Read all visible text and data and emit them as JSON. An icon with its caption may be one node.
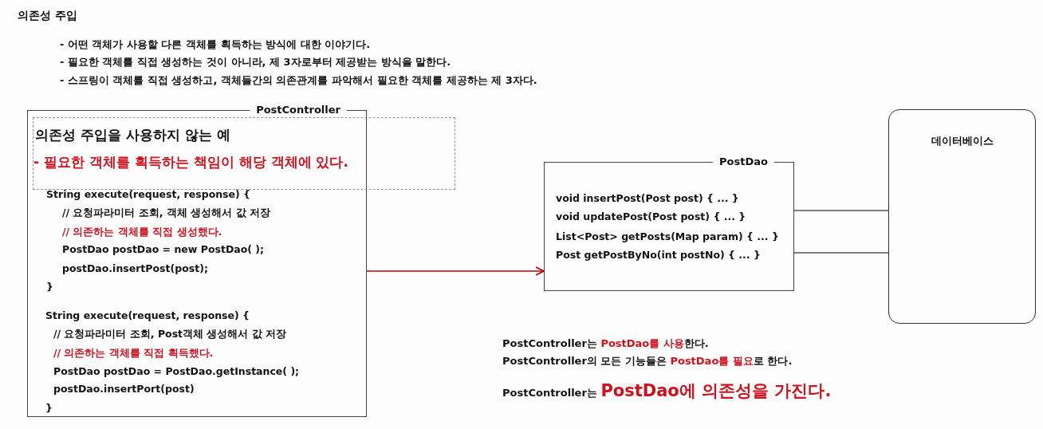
{
  "diagram": {
    "title": "의존성 주입",
    "nodes": [
      {
        "text": [
          "PostController",
          "String execute(request, response) {",
          "// 요청파라미터 조회, 객체 생성해서 값 저장",
          "// 의존하는 객체를 직접 생성했다.",
          "PostDao postDao = new PostDao( );",
          "postDao.insertPost(post);",
          "}",
          "String execute(request, response) {",
          "// 요청파라미터 조회, Post객체 생성해서 값 저장",
          "// 의존하는 객체를 직접 획득했다.",
          "PostDao postDao = PostDao.getInstance( );",
          "postDao.insertPort(post)",
          "}"
        ]
      },
      {
        "text": [
          "의존성 주입을 사용하지 않는 예",
          "- 필요한 객체를 획득하는 책임이 해당 객체에 있다."
        ]
      },
      {
        "text": [
          "PostDao",
          "void insertPost(Post post) { ... }",
          "void updatePost(Post post) { ... }",
          "List<Post> getPosts(Map param) { ... }",
          "Post getPostByNo(int postNo) { ... }"
        ]
      },
      {
        "text": [
          "데이터베이스"
        ]
      }
    ],
    "edges": [
      {
        "from": 0,
        "to": 2,
        "arrow": "to",
        "color": "#c00000"
      },
      {
        "from": 2,
        "to": 3,
        "arrow": "none"
      },
      {
        "from": 2,
        "to": 3,
        "arrow": "none"
      }
    ],
    "labels": [
      "- 어떤 객체가 사용할 다른 객체를 획득하는 방식에 대한 이야기다.",
      "- 필요한 객체를 직접 생성하는 것이 아니라, 제 3자로부터 제공받는 방식을 말한다.",
      "- 스프링이 객체를 직접 생성하고, 객체들간의 의존관계를 파악해서 필요한 객체를 제공하는 제 3자다.",
      "PostController는 **PostDao를 사용**한다.",
      "PostController의 모든 기능들은 **PostDao를 필요**로 한다.",
      "PostController는 **PostDao에 의존성을 가진다.**"
    ]
  }
}
